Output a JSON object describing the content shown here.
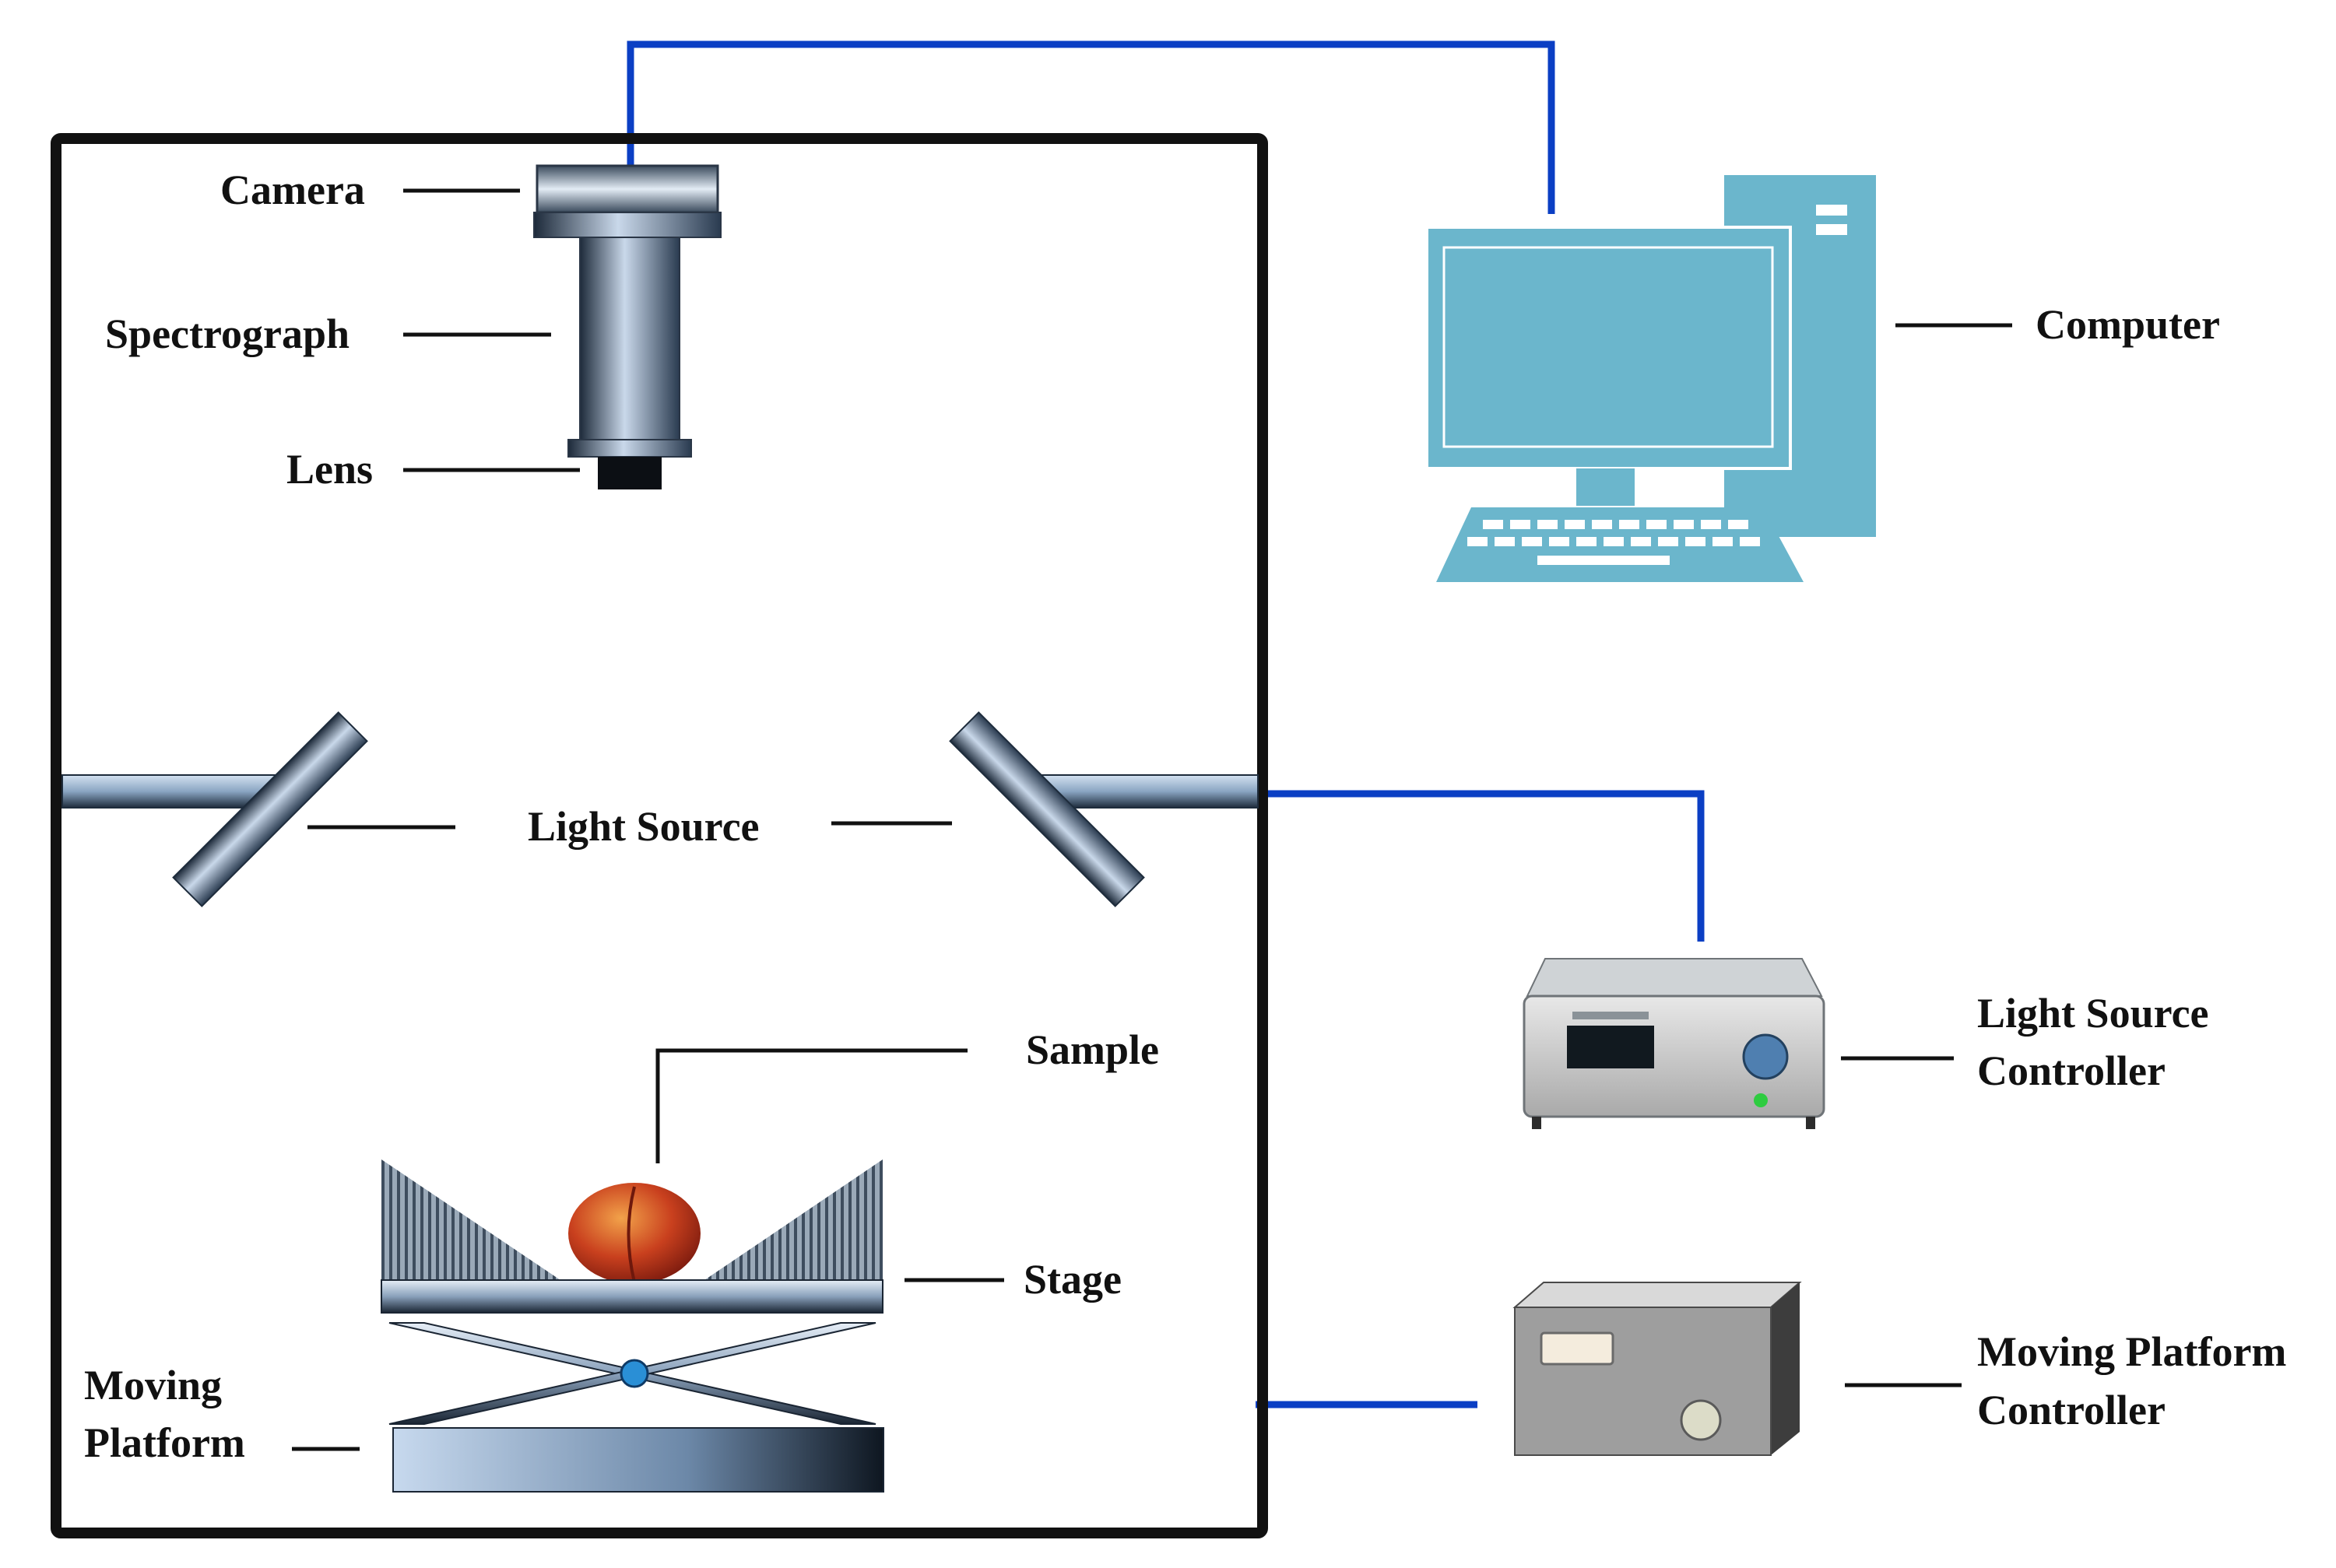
{
  "labels": {
    "camera": "Camera",
    "spectrograph": "Spectrograph",
    "lens": "Lens",
    "light_source": "Light Source",
    "sample": "Sample",
    "stage": "Stage",
    "moving_platform_line1": "Moving",
    "moving_platform_line2": "Platform",
    "computer": "Computer",
    "light_source_controller_line1": "Light Source",
    "light_source_controller_line2": "Controller",
    "moving_platform_controller_line1": "Moving Platform",
    "moving_platform_controller_line2": "Controller"
  },
  "colors": {
    "connection_wire": "#0b3fc4",
    "enclosure": "#111111",
    "computer": "#6bb6cc",
    "sample": "#c0392b"
  }
}
